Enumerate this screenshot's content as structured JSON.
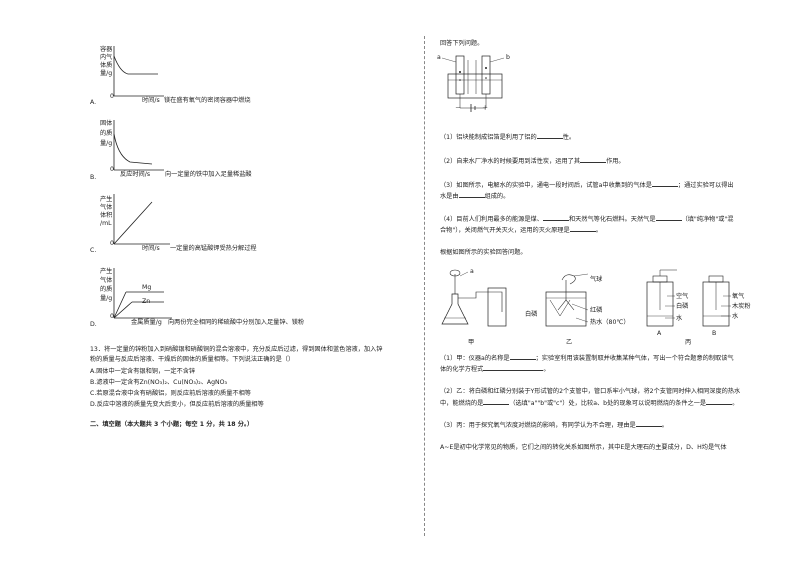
{
  "left": {
    "option_a": {
      "letter": "A.",
      "ylabel_lines": [
        "容器",
        "内气",
        "体质",
        "量/g"
      ],
      "origin": "0",
      "xlabel": "时间/s",
      "desc": "镁在盛有氧气的密闭容器中燃烧"
    },
    "option_b": {
      "letter": "B.",
      "ylabel_lines": [
        "固体",
        "的质",
        "量/g"
      ],
      "origin": "0",
      "xlabel": "反应时间/s",
      "desc": "向一定量的铁中加入足量稀盐酸"
    },
    "option_c": {
      "letter": "C.",
      "ylabel_lines": [
        "产生",
        "气体",
        "体积",
        "/mL"
      ],
      "origin": "0",
      "xlabel": "时间/s",
      "desc": "一定量的高锰酸钾受热分解过程"
    },
    "option_d": {
      "letter": "D.",
      "ylabel_lines": [
        "产生",
        "气体",
        "的质",
        "量/g"
      ],
      "origin": "0",
      "xlabel": "金属质量/g",
      "series_mg": "Mg",
      "series_zn": "Zn",
      "desc": "向两份完全相同的稀硫酸中分别加入足量锌、镁粉"
    },
    "q13": {
      "line1": "13．将一定量的锌粉加入到硝酸银和硝酸铜的混合溶液中，充分反应后过滤，得到固体和蓝色溶液，加入锌",
      "line2": "粉的质量与反应后溶液、干燥后的固体的质量相等。下列说法正确的是（）",
      "opt_a": "A.固体中一定含有银和铜，一定不含锌",
      "opt_b": "B.滤液中一定含有Zn(NO₃)₂、Cu(NO₃)₂、AgNO₃",
      "opt_c": "C.若原混合液中含有硝酸铝，则反应前后溶液的质量不相等",
      "opt_d": "D.反应中溶液的质量先变大后变小，但反应前后溶液的质量相等"
    },
    "section2": "二、填空题（本大题共 3 个小题；每空 1 分，共 18 分。）"
  },
  "right": {
    "header": "回答下列问题。",
    "apparatus_top": {
      "label_a": "a",
      "label_b": "b",
      "minus": "－",
      "plus": "＋"
    },
    "q1_a": "（1）铝块能制成铝箔是利用了铝的",
    "q1_b": "性。",
    "q2_a": "（2）自来水厂净水的时候要用到活性炭，运用了其",
    "q2_b": "作用。",
    "q3_a": "（3）如图所示，电解水的实验中，通电一段时间后，试管a中收集到的气体是",
    "q3_b": "；通过实验可以得出",
    "q3_c": "水是由",
    "q3_d": "组成的。",
    "q4_a": "（4）目前人们利用最多的能源是煤、",
    "q4_b": "和天然气等化石燃料。天然气是",
    "q4_c": "（填\"纯净物\"或\"混",
    "q4_d": "合物\"），关闭燃气开关灭火，运用的灭火原理是",
    "q4_e": "。",
    "intro2": "根据如图所示的实验回答问题。",
    "apparatus": {
      "label_a": "a",
      "label_qiqiu": "气球",
      "label_baishan": "白磷",
      "label_honglin": "红磷",
      "label_reshui": "热水（80℃）",
      "label_kongqi": "空气",
      "label_baishan2": "白磷",
      "label_shui": "水",
      "label_yangqi": "氧气",
      "label_mutan": "木炭粉",
      "label_shui2": "水",
      "cap_jia": "甲",
      "cap_yi": "乙",
      "cap_a": "A",
      "cap_b": "B",
      "cap_bing": "丙"
    },
    "p1_a": "（1）甲：仪器a的名称是",
    "p1_b": "；实验室利用该装置制取并收集某种气体，写出一个符合题意的制取该气",
    "p1_c": "体的化学方程式",
    "p1_d": "。",
    "p2_a": "（2）乙：将白磷和红磷分别装于Y形试管的2个支管中，管口系牢小气球，将2个支管同时伸入相同深度的热水",
    "p2_b": "中，能燃烧的是",
    "p2_c": "（选填\"a\"\"b\"或\"c\"）处，比较a、b处的现象可以说明燃烧的条件之一是",
    "p2_d": "。",
    "p3_a": "（3）丙：用于探究氧气浓度对燃烧的影响，有同学认为不合理，理由是",
    "p3_b": "。",
    "last": "A~E是初中化学常见的物质，它们之间的转化关系如图所示，其中E是大理石的主要成分，D、H均是气体"
  }
}
